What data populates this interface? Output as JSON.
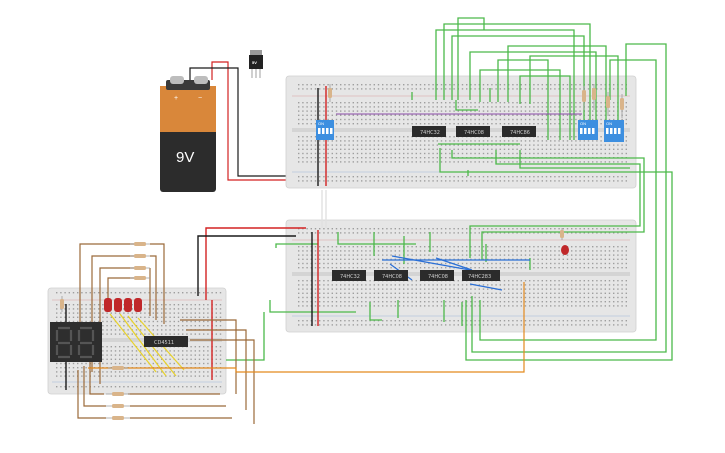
{
  "battery": {
    "voltage_label": "9V",
    "plus_symbol": "+",
    "minus_symbol": "−"
  },
  "regulator": {
    "label": "5V"
  },
  "breadboard_top": {
    "chips": [
      {
        "label": "74HC32"
      },
      {
        "label": "74HC08"
      },
      {
        "label": "74HC86"
      }
    ],
    "dip_switches": [
      {
        "label": "ON"
      },
      {
        "label": "ON"
      },
      {
        "label": "ON"
      }
    ]
  },
  "breadboard_middle": {
    "chips": [
      {
        "label": "74HC32"
      },
      {
        "label": "74HC08"
      },
      {
        "label": "74HC08"
      },
      {
        "label": "74HC283"
      }
    ]
  },
  "breadboard_small": {
    "decoder_label": "CD4511",
    "display_digits": "88"
  },
  "colors": {
    "wire_green": "#4cb94a",
    "wire_red": "#d32222",
    "wire_black": "#1a1a1a",
    "wire_blue": "#2a6fd6",
    "wire_brown": "#9b6a3a",
    "wire_yellow": "#e8d22a",
    "wire_orange": "#e38a1e",
    "wire_purple": "#8a4aa8",
    "breadboard": "#e6e6e6",
    "chip": "#2b2b2b",
    "dip_switch": "#3d8fe0",
    "battery_top": "#2a2a2a",
    "battery_label": "#d9873a"
  }
}
